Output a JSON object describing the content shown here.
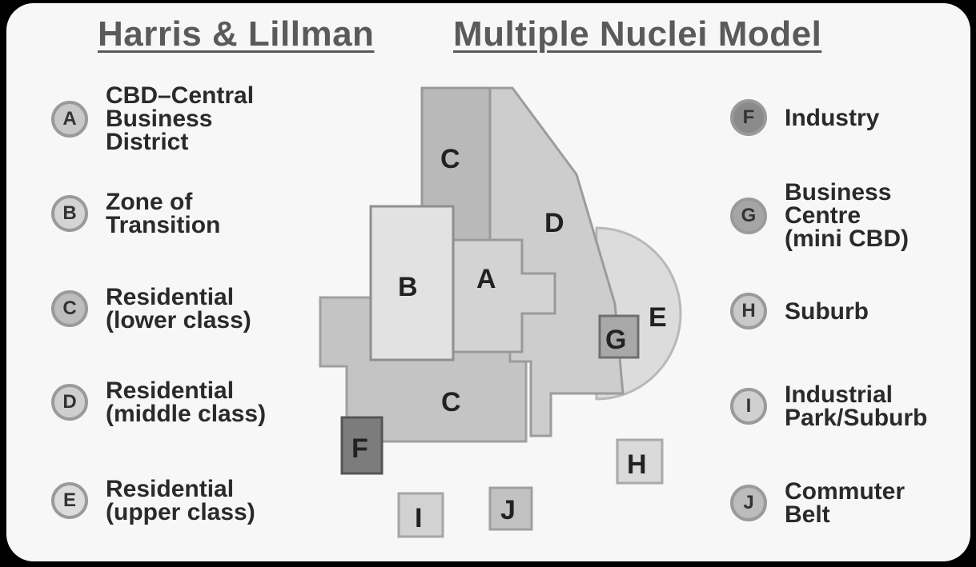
{
  "title_left": "Harris & Lillman",
  "title_right": "Multiple Nuclei Model",
  "legend_left": [
    {
      "letter": "A",
      "label": "CBD–Central\nBusiness\nDistrict",
      "color": "#c8c8c8"
    },
    {
      "letter": "B",
      "label": "Zone of\nTransition",
      "color": "#d4d4d4"
    },
    {
      "letter": "C",
      "label": "Residential\n(lower class)",
      "color": "#bdbdbd"
    },
    {
      "letter": "D",
      "label": "Residential\n(middle class)",
      "color": "#cfcfcf"
    },
    {
      "letter": "E",
      "label": "Residential\n(upper class)",
      "color": "#dcdcdc"
    }
  ],
  "legend_right": [
    {
      "letter": "F",
      "label": "Industry",
      "color": "#8a8a8a"
    },
    {
      "letter": "G",
      "label": "Business\nCentre\n(mini CBD)",
      "color": "#a5a5a5"
    },
    {
      "letter": "H",
      "label": "Suburb",
      "color": "#c9c9c9"
    },
    {
      "letter": "I",
      "label": "Industrial\nPark/Suburb",
      "color": "#d0d0d0"
    },
    {
      "letter": "J",
      "label": "Commuter\nBelt",
      "color": "#bcbcbc"
    }
  ],
  "zones": {
    "A": "A",
    "B": "B",
    "C_top": "C",
    "C_bottom": "C",
    "D": "D",
    "E": "E",
    "F": "F",
    "G": "G",
    "H": "H",
    "I": "I",
    "J": "J"
  }
}
